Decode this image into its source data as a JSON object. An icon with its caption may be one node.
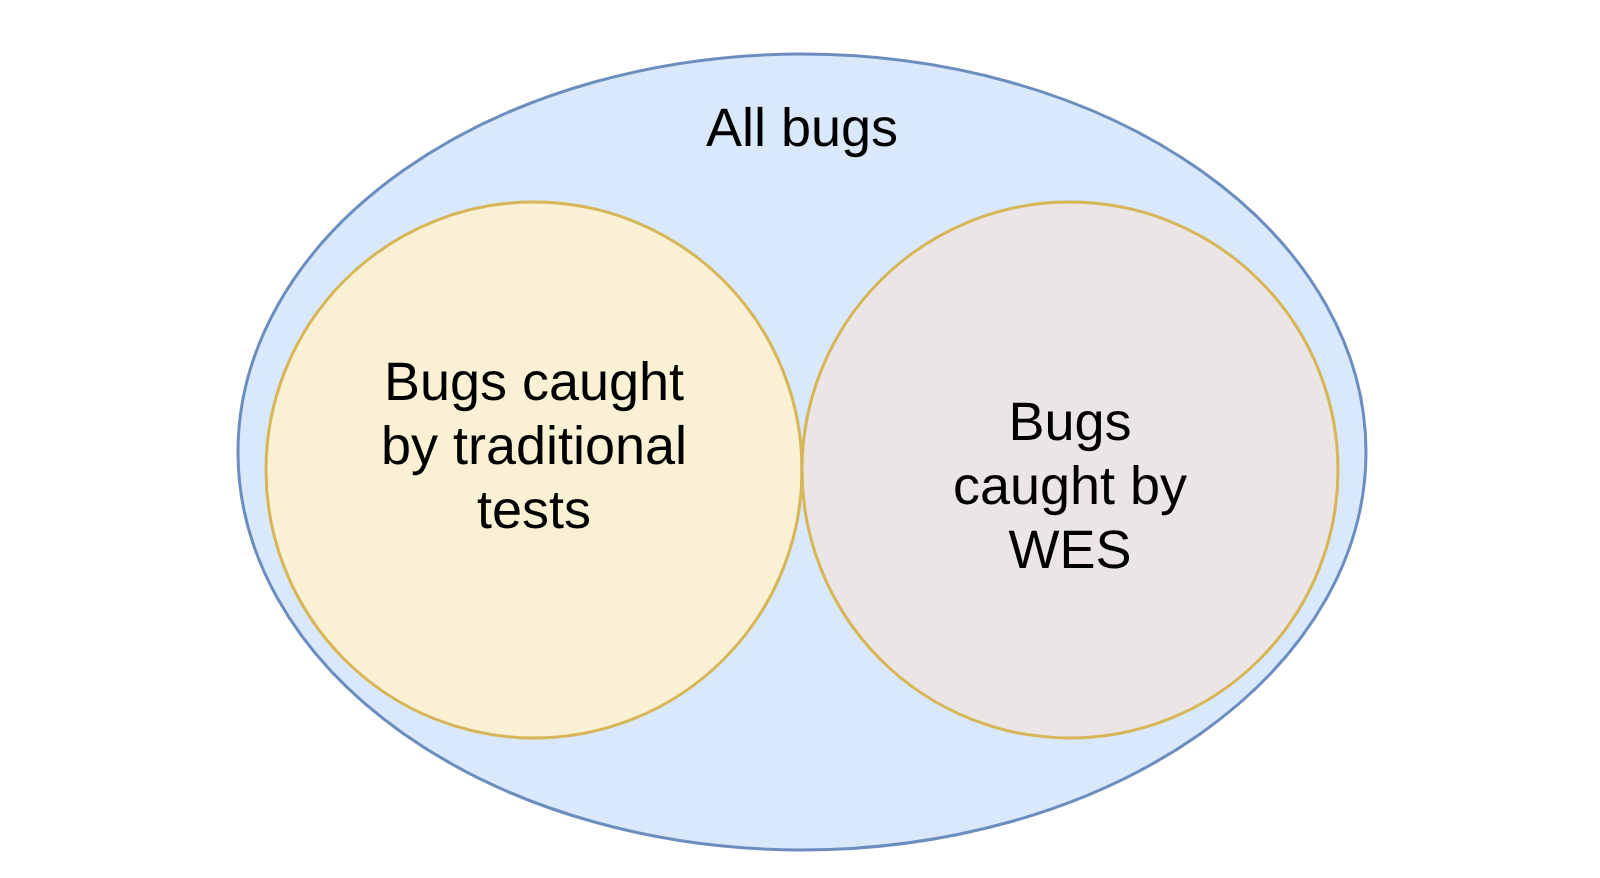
{
  "diagram": {
    "nodes": [
      {
        "text": [
          "All bugs"
        ]
      },
      {
        "text": [
          "Bugs caught by traditional tests"
        ],
        "in": 0
      },
      {
        "text": [
          "Bugs caught by WES"
        ],
        "in": 0
      }
    ]
  }
}
